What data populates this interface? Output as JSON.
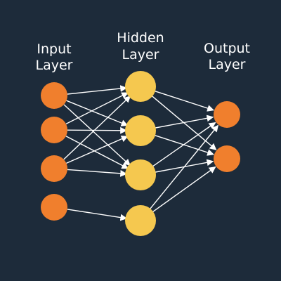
{
  "colors": {
    "background": "#1d2b3a",
    "input_node": "#f07f2d",
    "hidden_node": "#f5c84f",
    "output_node": "#f07f2d",
    "edge": "#ffffff"
  },
  "layers": [
    {
      "id": "input",
      "label_lines": [
        "Input",
        "Layer"
      ],
      "node_count": 4
    },
    {
      "id": "hidden",
      "label_lines": [
        "Hidden",
        "Layer"
      ],
      "node_count": 4
    },
    {
      "id": "output",
      "label_lines": [
        "Output",
        "Layer"
      ],
      "node_count": 2
    }
  ],
  "connections": [
    {
      "from": "input",
      "from_index": 0,
      "to": "hidden",
      "to_index": 0
    },
    {
      "from": "input",
      "from_index": 0,
      "to": "hidden",
      "to_index": 1
    },
    {
      "from": "input",
      "from_index": 0,
      "to": "hidden",
      "to_index": 2
    },
    {
      "from": "input",
      "from_index": 1,
      "to": "hidden",
      "to_index": 0
    },
    {
      "from": "input",
      "from_index": 1,
      "to": "hidden",
      "to_index": 1
    },
    {
      "from": "input",
      "from_index": 1,
      "to": "hidden",
      "to_index": 2
    },
    {
      "from": "input",
      "from_index": 2,
      "to": "hidden",
      "to_index": 0
    },
    {
      "from": "input",
      "from_index": 2,
      "to": "hidden",
      "to_index": 1
    },
    {
      "from": "input",
      "from_index": 2,
      "to": "hidden",
      "to_index": 2
    },
    {
      "from": "input",
      "from_index": 3,
      "to": "hidden",
      "to_index": 3
    },
    {
      "from": "hidden",
      "from_index": 0,
      "to": "output",
      "to_index": 0
    },
    {
      "from": "hidden",
      "from_index": 0,
      "to": "output",
      "to_index": 1
    },
    {
      "from": "hidden",
      "from_index": 1,
      "to": "output",
      "to_index": 0
    },
    {
      "from": "hidden",
      "from_index": 1,
      "to": "output",
      "to_index": 1
    },
    {
      "from": "hidden",
      "from_index": 2,
      "to": "output",
      "to_index": 0
    },
    {
      "from": "hidden",
      "from_index": 2,
      "to": "output",
      "to_index": 1
    },
    {
      "from": "hidden",
      "from_index": 3,
      "to": "output",
      "to_index": 0
    },
    {
      "from": "hidden",
      "from_index": 3,
      "to": "output",
      "to_index": 1
    }
  ]
}
